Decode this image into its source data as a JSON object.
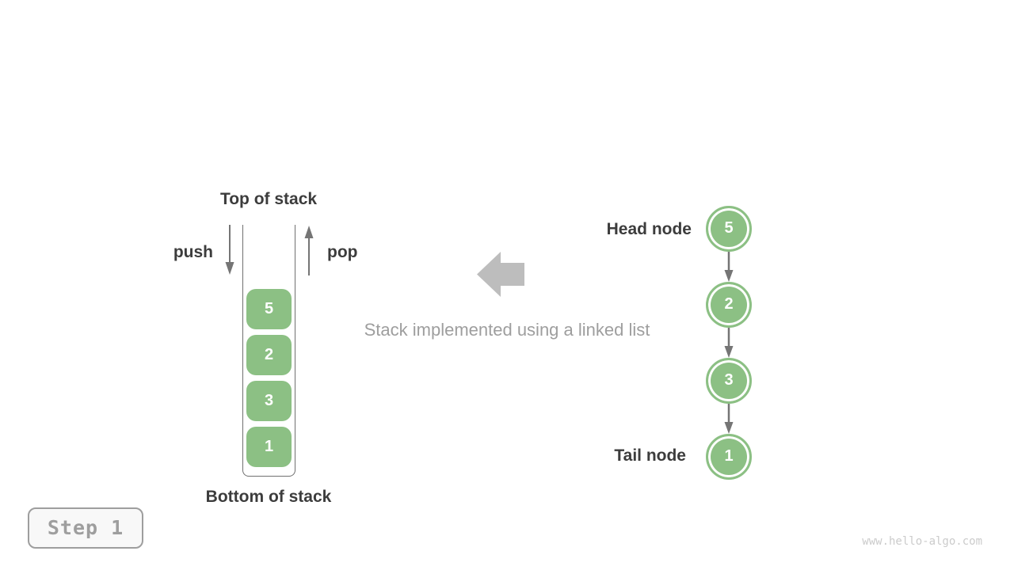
{
  "stack_panel": {
    "top_label": "Top of stack",
    "bottom_label": "Bottom of stack",
    "push_label": "push",
    "pop_label": "pop",
    "items": [
      "5",
      "2",
      "3",
      "1"
    ]
  },
  "caption": {
    "text": "Stack implemented using a linked list"
  },
  "linked_list": {
    "head_label": "Head node",
    "tail_label": "Tail node",
    "nodes": [
      "5",
      "2",
      "3",
      "1"
    ]
  },
  "step_badge": {
    "label": "Step 1"
  },
  "watermark": {
    "text": "www.hello-algo.com"
  },
  "colors": {
    "node_green": "#8CC084",
    "arrow_gray": "#757575",
    "block_arrow_gray": "#BDBDBD",
    "label_dark": "#3C3C3C",
    "muted_gray": "#9E9E9E",
    "container_border": "#707070",
    "badge_bg": "#F8F8F8",
    "watermark_gray": "#CBCBCB"
  }
}
